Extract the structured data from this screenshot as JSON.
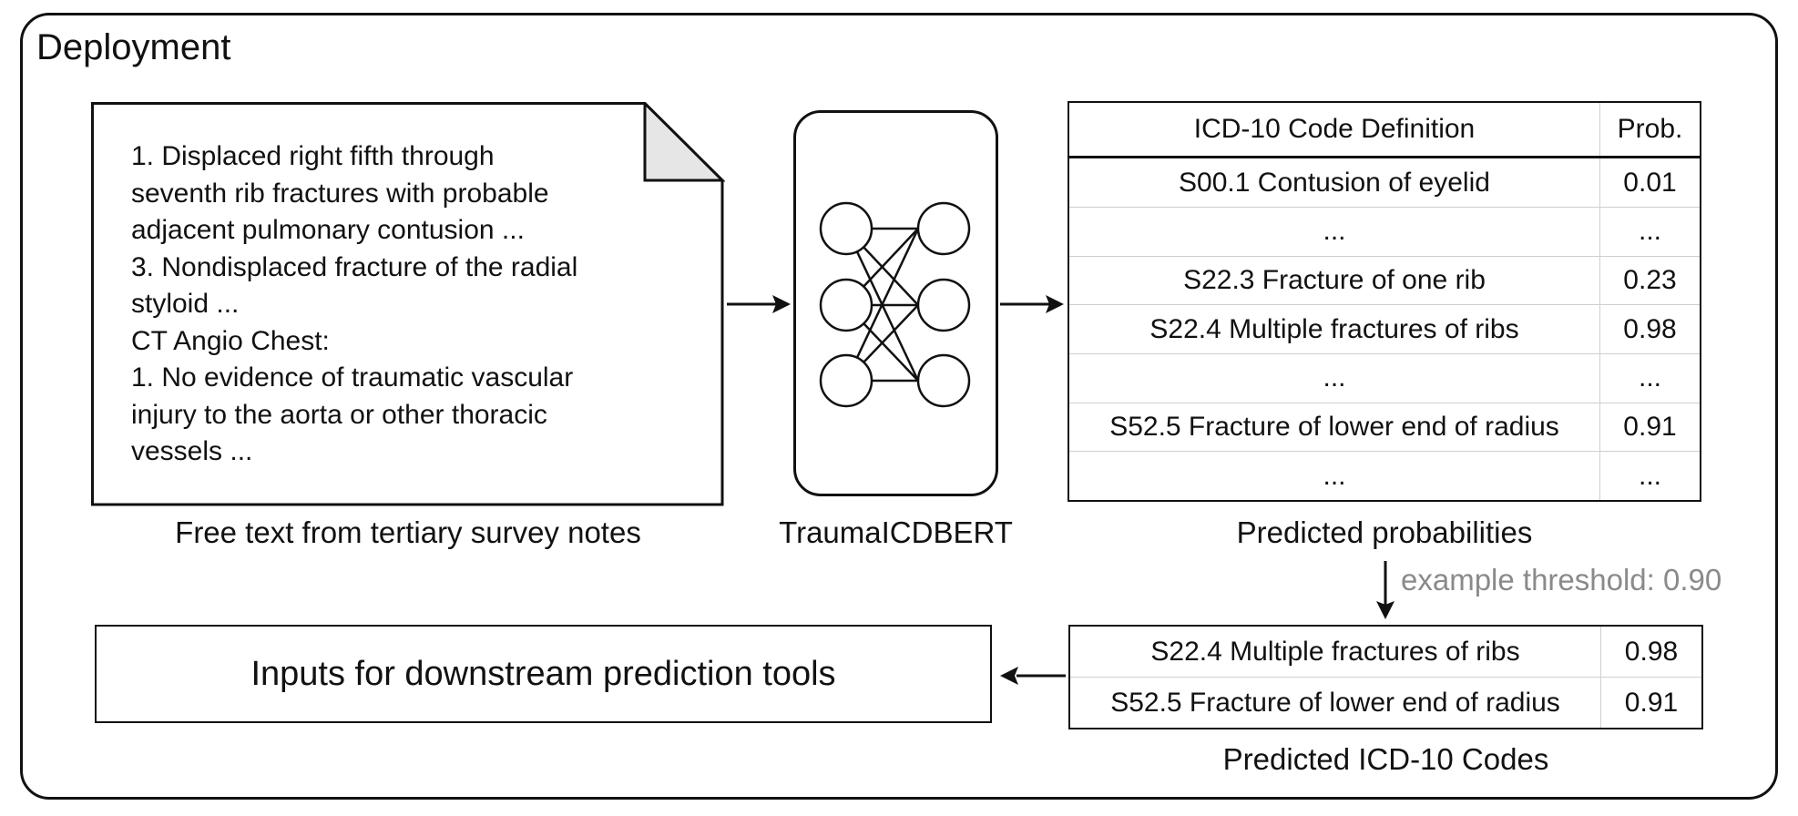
{
  "panel": {
    "title": "Deployment"
  },
  "notes": {
    "lines": [
      "1. Displaced right fifth through",
      "seventh rib fractures with probable",
      "adjacent pulmonary contusion ...",
      "3. Nondisplaced fracture of the radial",
      "styloid ...",
      "CT Angio Chest:",
      "1. No evidence of traumatic vascular",
      "injury to the aorta or other thoracic",
      "vessels ..."
    ],
    "caption": "Free text from tertiary survey notes"
  },
  "model": {
    "caption": "TraumaICDBERT"
  },
  "probabilities": {
    "header": [
      "ICD-10 Code Definition",
      "Prob."
    ],
    "rows": [
      [
        "S00.1 Contusion of eyelid",
        "0.01"
      ],
      [
        "...",
        "..."
      ],
      [
        "S22.3 Fracture of one rib",
        "0.23"
      ],
      [
        "S22.4 Multiple fractures of ribs",
        "0.98"
      ],
      [
        "...",
        "..."
      ],
      [
        "S52.5 Fracture of lower end of radius",
        "0.91"
      ],
      [
        "...",
        "..."
      ]
    ],
    "caption": "Predicted probabilities"
  },
  "threshold_label": "example threshold: 0.90",
  "predicted_codes": {
    "rows": [
      [
        "S22.4 Multiple fractures of ribs",
        "0.98"
      ],
      [
        "S52.5 Fracture of lower end of radius",
        "0.91"
      ]
    ],
    "caption": "Predicted ICD-10 Codes"
  },
  "downstream": {
    "label": "Inputs for downstream prediction tools"
  }
}
